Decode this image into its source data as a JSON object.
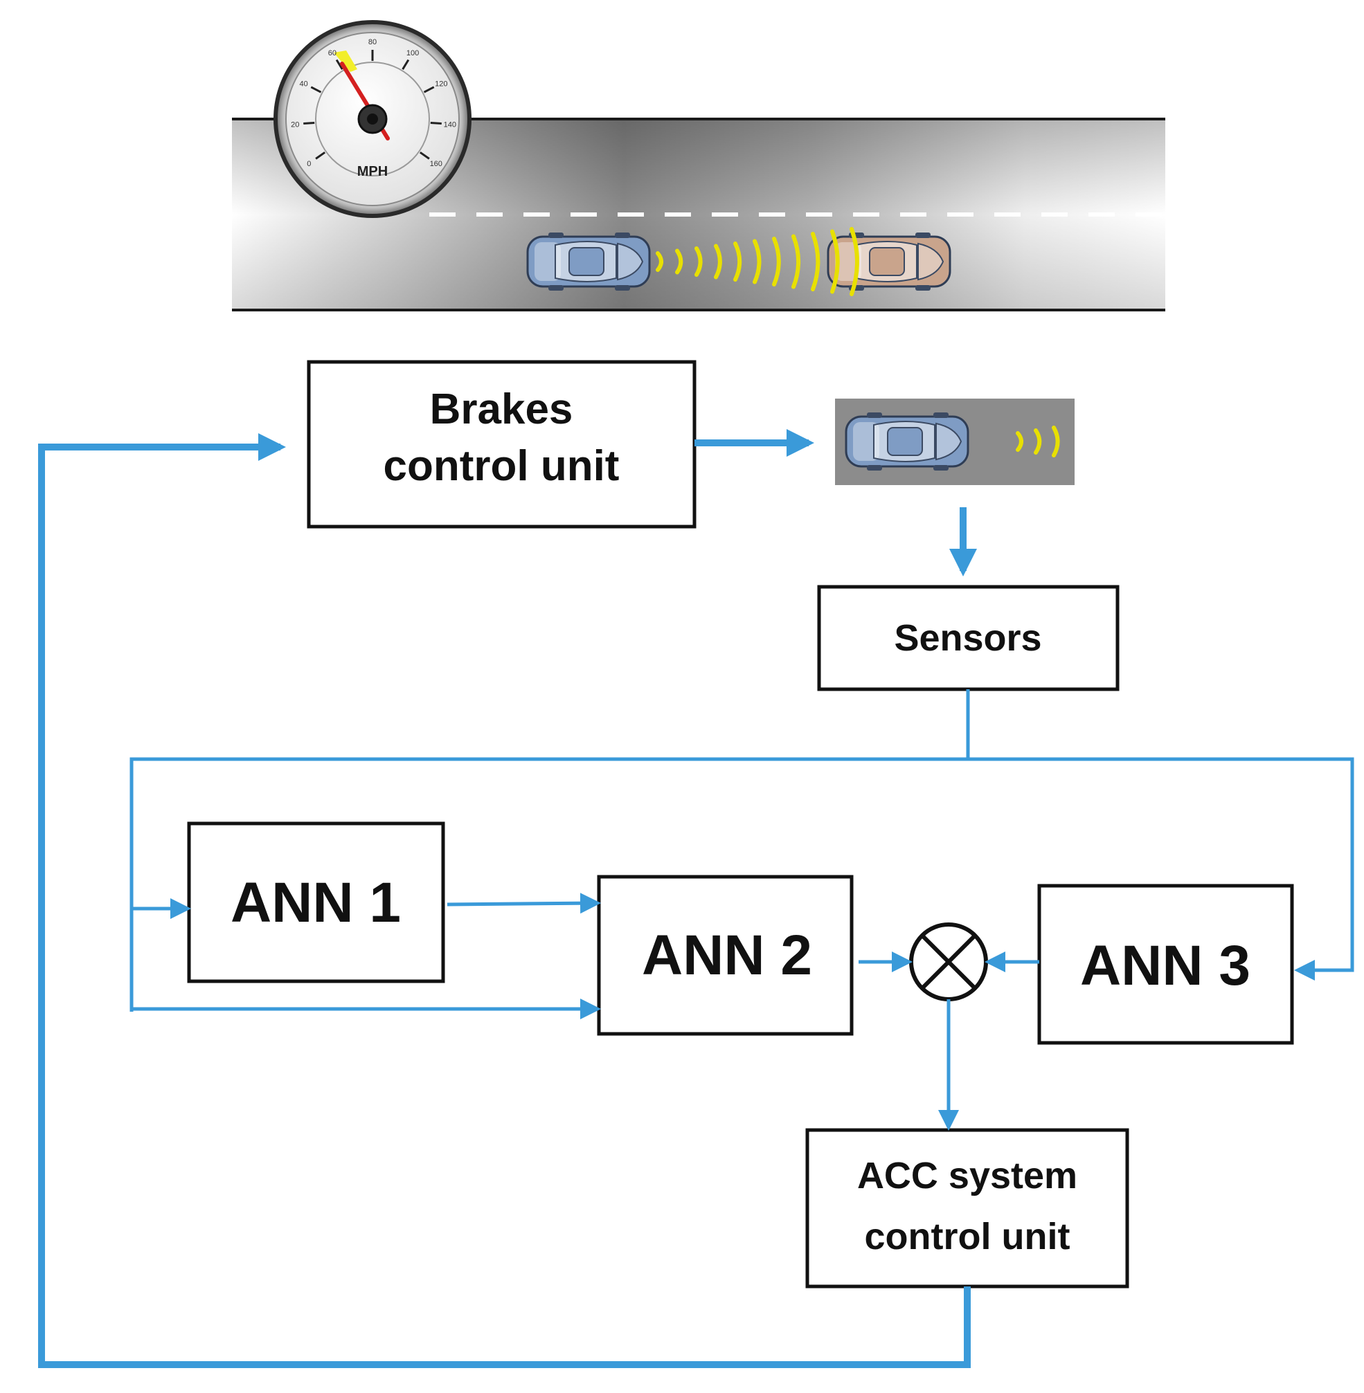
{
  "colors": {
    "connector": "#3a9ad9",
    "box_border": "#111111",
    "road_dark": "#7e7e7e",
    "radar_wave": "#e8e000",
    "car_blue": "#7f9cc4",
    "car_tan": "#c9a48c",
    "gauge_needle": "#d42020",
    "gauge_highlight": "#f2ee2a"
  },
  "icons": {
    "speedometer": "speedometer-icon",
    "car": "car-icon",
    "radar": "radar-wave-icon",
    "multiplier": "multiplier-circle-icon"
  },
  "speedometer": {
    "unit": "MPH",
    "ticks": [
      "0",
      "20",
      "40",
      "60",
      "80",
      "100",
      "120",
      "140",
      "160"
    ]
  },
  "blocks": {
    "brakes": {
      "line1": "Brakes",
      "line2": "control unit"
    },
    "sensors": {
      "label": "Sensors"
    },
    "ann1": {
      "label": "ANN 1"
    },
    "ann2": {
      "label": "ANN 2"
    },
    "ann3": {
      "label": "ANN 3"
    },
    "acc": {
      "line1": "ACC system",
      "line2": "control unit"
    }
  }
}
